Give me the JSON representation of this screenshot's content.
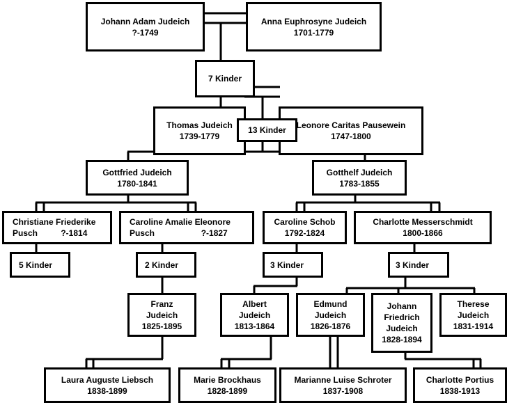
{
  "title": "Judeich family tree",
  "nodes": {
    "johann_adam": {
      "line1": "Johann Adam Judeich",
      "line2": "?-1749"
    },
    "anna": {
      "line1": "Anna Euphrosyne Judeich",
      "line2": "1701-1779"
    },
    "kinder7": {
      "line1": "7 Kinder"
    },
    "thomas": {
      "line1": "Thomas Judeich",
      "line2": "1739-1779"
    },
    "leonore": {
      "line1": "Leonore Caritas Pausewein",
      "line2": "1747-1800"
    },
    "kinder13": {
      "line1": "13 Kinder"
    },
    "gottfried": {
      "line1": "Gottfried Judeich",
      "line2": "1780-1841"
    },
    "gotthelf": {
      "line1": "Gotthelf Judeich",
      "line2": "1783-1855"
    },
    "christiane": {
      "line1": "Christiane Friederike",
      "line2": "Pusch          ?-1814"
    },
    "caroline_amalie": {
      "line1": "Caroline Amalie Eleonore",
      "line2": "Pusch                    ?-1827"
    },
    "caroline_schob": {
      "line1": "Caroline Schob",
      "line2": "1792-1824"
    },
    "charlotte_m": {
      "line1": "Charlotte Messerschmidt",
      "line2": "1800-1866"
    },
    "kinder5": {
      "line1": "5 Kinder"
    },
    "kinder2": {
      "line1": "2 Kinder"
    },
    "kinder3a": {
      "line1": "3 Kinder"
    },
    "kinder3b": {
      "line1": "3 Kinder"
    },
    "franz": {
      "line1": "Franz",
      "line2": "Judeich",
      "line3": "1825-1895"
    },
    "albert": {
      "line1": "Albert",
      "line2": "Judeich",
      "line3": "1813-1864"
    },
    "edmund": {
      "line1": "Edmund",
      "line2": "Judeich",
      "line3": "1826-1876"
    },
    "johann_friedrich": {
      "line1": "Johann",
      "line2": "Friedrich",
      "line3": "Judeich",
      "line4": "1828-1894"
    },
    "therese": {
      "line1": "Therese",
      "line2": "Judeich",
      "line3": "1831-1914"
    },
    "laura": {
      "line1": "Laura Auguste Liebsch",
      "line2": "1838-1899"
    },
    "marie": {
      "line1": "Marie Brockhaus",
      "line2": "1828-1899"
    },
    "marianne": {
      "line1": "Marianne Luise Schroter",
      "line2": "1837-1908"
    },
    "charlotte_p": {
      "line1": "Charlotte Portius",
      "line2": "1838-1913"
    }
  }
}
